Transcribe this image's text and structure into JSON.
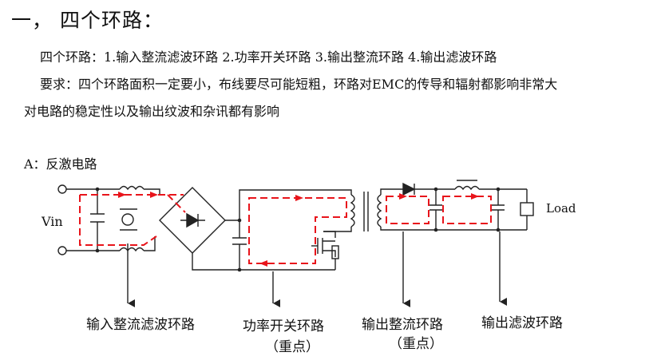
{
  "heading": "一， 四个环路：",
  "lines": {
    "loops": "四个环路：1.输入整流滤波环路 2.功率开关环路 3.输出整流环路 4.输出滤波环路",
    "req1": "要求：四个环路面积一定要小，布线要尽可能短粗，环路对EMC的传导和辐射都影响非常大",
    "req2": "对电路的稳定性以及输出纹波和杂讯都有影响"
  },
  "subtitle": "A：反激电路",
  "labels": {
    "vin": "Vin",
    "load": "Load",
    "loop_input": "输入整流滤波环路",
    "loop_switch": "功率开关环路",
    "loop_switch_note": "（重点）",
    "loop_out_rect": "输出整流环路",
    "loop_out_rect_note": "（重点）",
    "loop_out_filter": "输出滤波环路"
  },
  "colors": {
    "wire": "#222222",
    "loop": "#e8141b"
  }
}
